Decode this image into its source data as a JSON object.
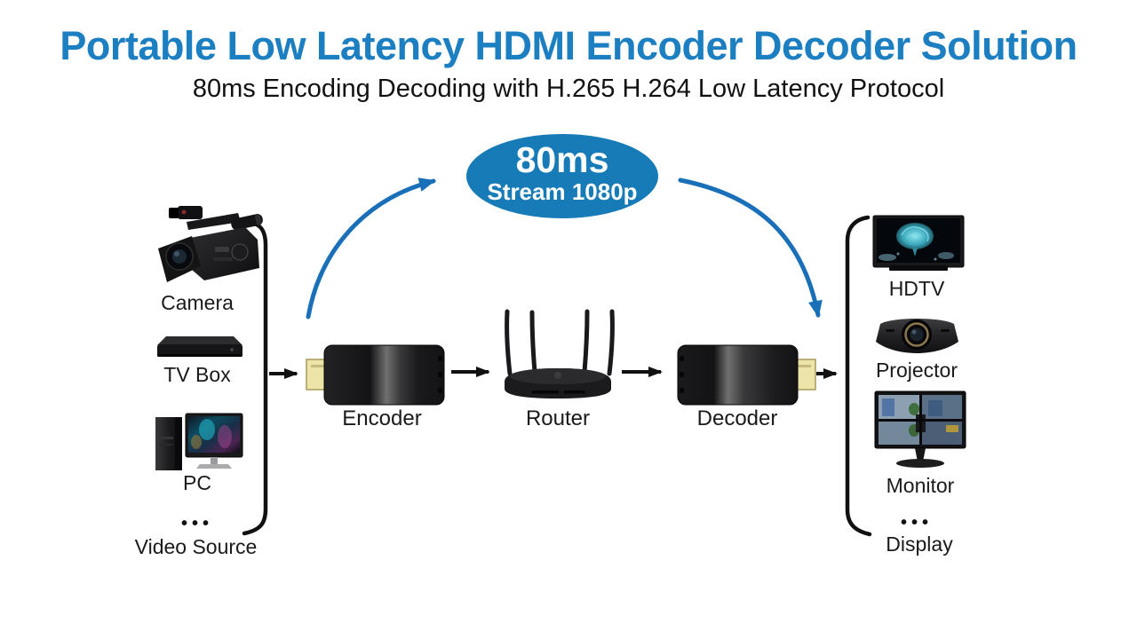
{
  "header": {
    "title": "Portable Low Latency HDMI Encoder Decoder Solution",
    "subtitle": "80ms Encoding Decoding with H.265 H.264 Low Latency Protocol"
  },
  "latency_badge": {
    "value": "80ms",
    "detail": "Stream 1080p",
    "color": "#177bb8"
  },
  "sources": {
    "camera_label": "Camera",
    "tvbox_label": "TV Box",
    "pc_label": "PC",
    "ellipsis": "•••",
    "group_label": "Video Source",
    "icons": [
      "camcorder-icon",
      "tv-box-icon",
      "pc-icon"
    ]
  },
  "pipeline": {
    "encoder_label": "Encoder",
    "router_label": "Router",
    "decoder_label": "Decoder",
    "icons": [
      "encoder-dongle-icon",
      "router-icon",
      "decoder-dongle-icon"
    ]
  },
  "displays": {
    "hdtv_label": "HDTV",
    "projector_label": "Projector",
    "monitor_label": "Monitor",
    "ellipsis": "•••",
    "group_label": "Display",
    "icons": [
      "hdtv-icon",
      "projector-icon",
      "monitor-icon"
    ]
  },
  "palette": {
    "title_blue": "#1c7fc1",
    "badge_blue": "#177bb8",
    "arrow_blue": "#1a70b8",
    "line_black": "#111111",
    "hdmi_gold": "#ece4a8"
  }
}
